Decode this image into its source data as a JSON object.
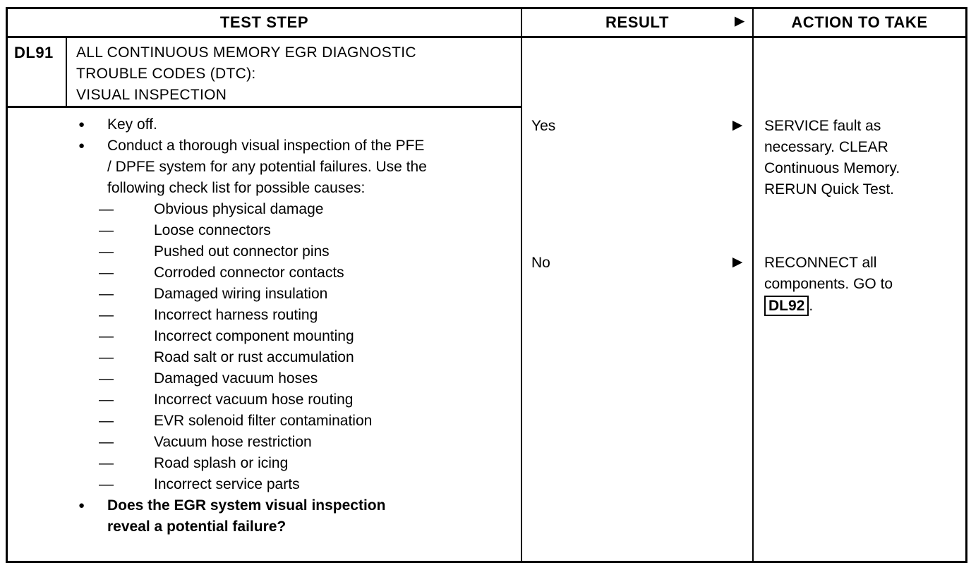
{
  "glyphs": {
    "bullet": "●",
    "dash": "—",
    "arrow": "►"
  },
  "colors": {
    "ink": "#000000",
    "paper": "#ffffff"
  },
  "header": {
    "test_step": "TEST STEP",
    "result": "RESULT",
    "action": "ACTION TO TAKE"
  },
  "step": {
    "id": "DL91",
    "title_lines": [
      "ALL CONTINUOUS MEMORY EGR DIAGNOSTIC",
      "TROUBLE CODES (DTC):",
      "VISUAL INSPECTION"
    ],
    "bullets": [
      "Key off.",
      "Conduct a thorough visual inspection of the PFE / DPFE system for any potential failures. Use the following check list for possible causes:"
    ],
    "checklist": [
      "Obvious physical damage",
      "Loose connectors",
      "Pushed out connector pins",
      "Corroded connector contacts",
      "Damaged wiring insulation",
      "Incorrect harness routing",
      "Incorrect component mounting",
      "Road salt or rust accumulation",
      "Damaged vacuum hoses",
      "Incorrect vacuum hose routing",
      "EVR solenoid filter contamination",
      "Vacuum hose restriction",
      "Road splash or icing",
      "Incorrect service parts"
    ],
    "question": "Does the EGR system visual inspection reveal a potential failure?"
  },
  "outcomes": {
    "yes": {
      "label": "Yes",
      "action": "SERVICE fault as necessary. CLEAR Continuous Memory. RERUN Quick Test."
    },
    "no": {
      "label": "No",
      "action_prefix": "RECONNECT all components. GO to",
      "action_link": "DL92",
      "action_suffix": "."
    }
  }
}
